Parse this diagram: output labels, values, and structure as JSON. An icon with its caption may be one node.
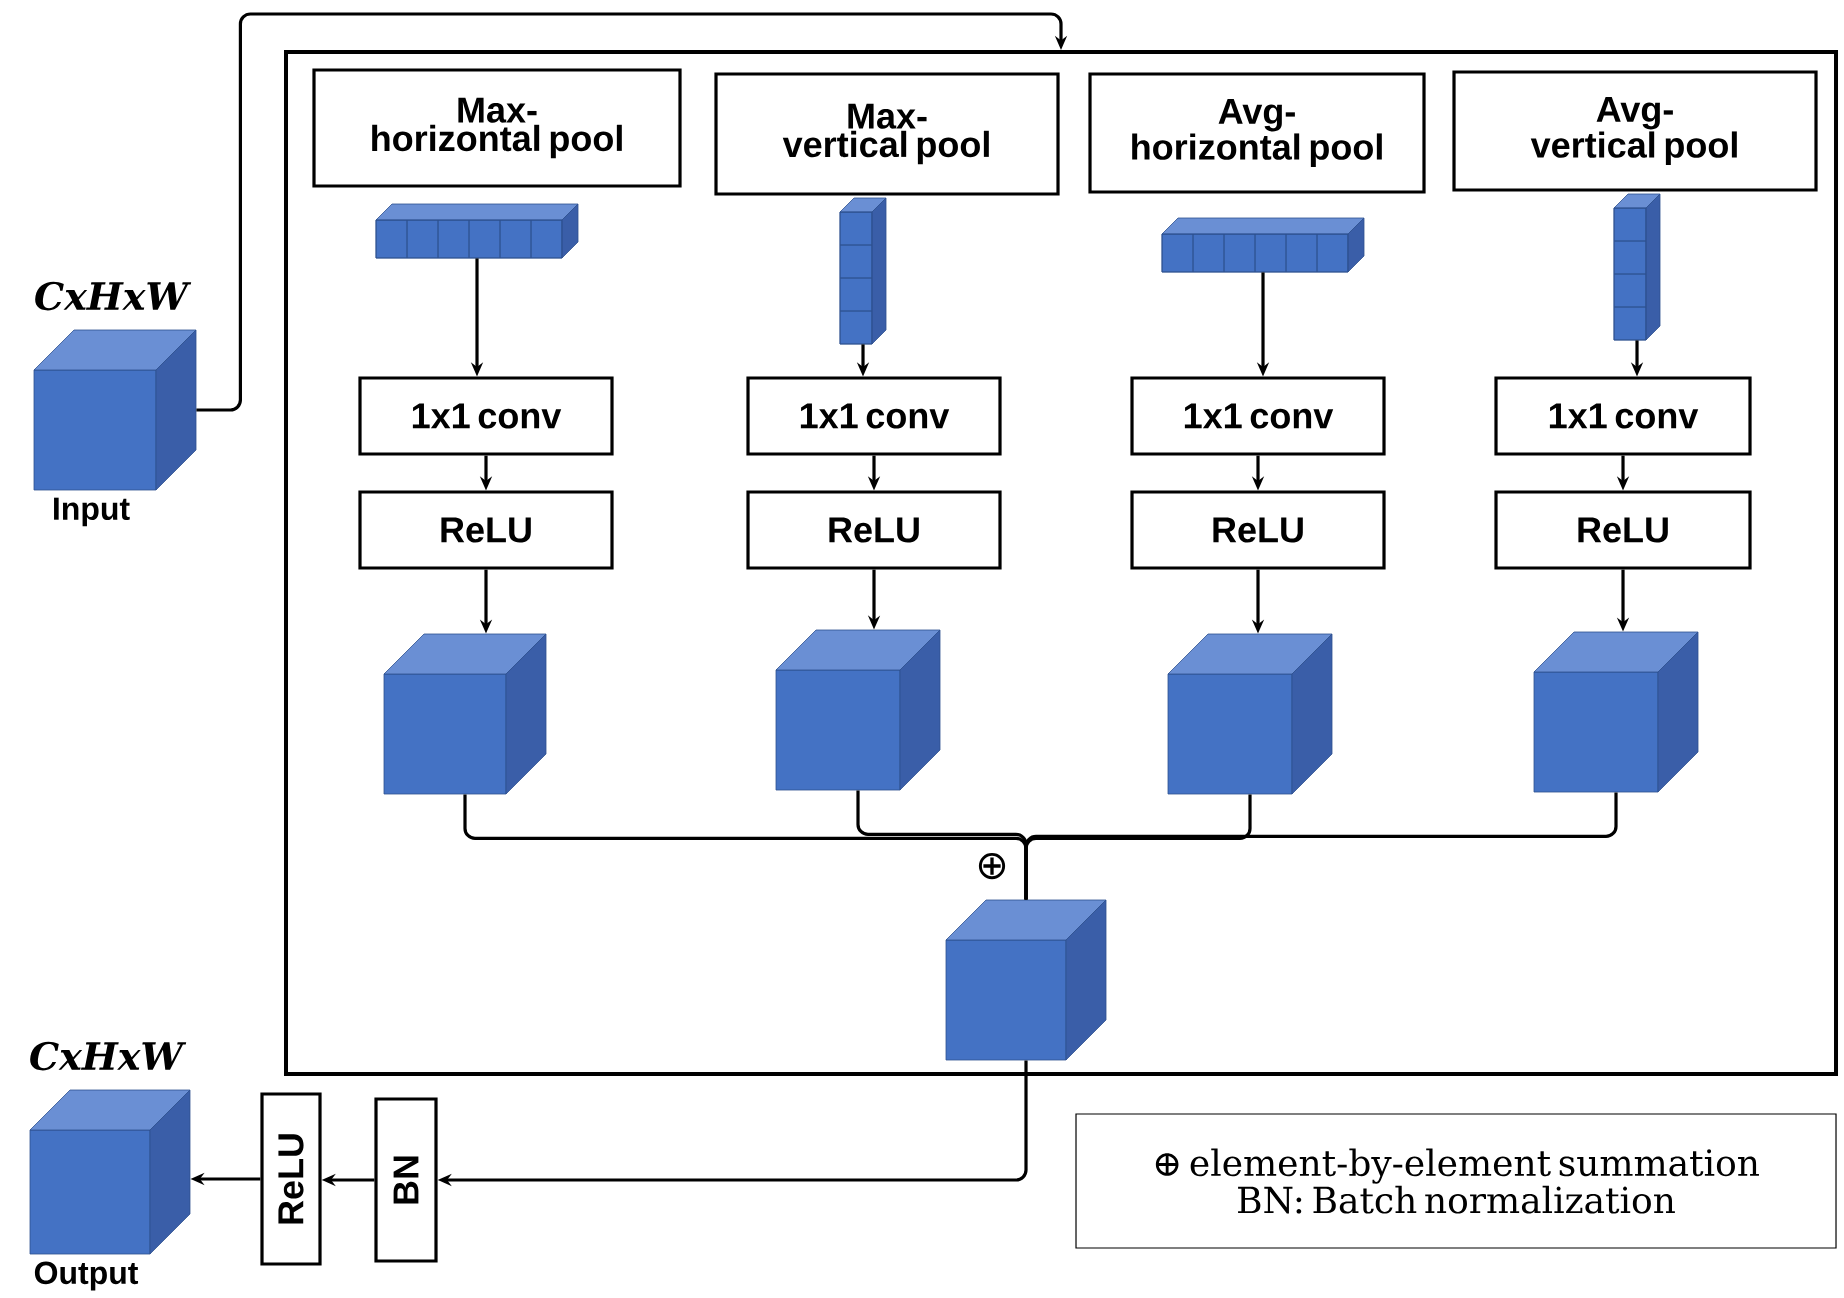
{
  "diagram": {
    "nodes": [
      {
        "text": [],
        "shape": "cube",
        "beside": [
          "CxHxW",
          "Input"
        ]
      },
      {
        "text": [],
        "shape": "box"
      },
      {
        "text": [
          "Max-horizontal pool"
        ],
        "in": 1
      },
      {
        "text": [],
        "shape": "bar",
        "in": 1
      },
      {
        "text": [
          "1x1 conv"
        ],
        "in": 1
      },
      {
        "text": [
          "ReLU"
        ],
        "in": 1
      },
      {
        "text": [],
        "shape": "cube",
        "in": 1
      },
      {
        "text": [
          "Max-vertical pool"
        ],
        "in": 1
      },
      {
        "text": [],
        "shape": "bar",
        "in": 1
      },
      {
        "text": [
          "1x1 conv"
        ],
        "in": 1
      },
      {
        "text": [
          "ReLU"
        ],
        "in": 1
      },
      {
        "text": [],
        "shape": "cube",
        "in": 1
      },
      {
        "text": [
          "Avg-horizontal pool"
        ],
        "in": 1
      },
      {
        "text": [],
        "shape": "bar",
        "in": 1
      },
      {
        "text": [
          "1x1 conv"
        ],
        "in": 1
      },
      {
        "text": [
          "ReLU"
        ],
        "in": 1
      },
      {
        "text": [],
        "shape": "cube",
        "in": 1
      },
      {
        "text": [
          "Avg-vertical pool"
        ],
        "in": 1
      },
      {
        "text": [],
        "shape": "bar",
        "in": 1
      },
      {
        "text": [
          "1x1 conv"
        ],
        "in": 1
      },
      {
        "text": [
          "ReLU"
        ],
        "in": 1
      },
      {
        "text": [],
        "shape": "cube",
        "in": 1
      },
      {
        "text": [],
        "shape": "cube",
        "in": 1
      },
      {
        "text": [
          "BN"
        ]
      },
      {
        "text": [
          "ReLU"
        ]
      },
      {
        "text": [],
        "shape": "cube",
        "beside": [
          "CxHxW",
          "Output"
        ]
      },
      {
        "text": [
          "⊕ element-by-element summation",
          "BN: Batch normalization"
        ]
      }
    ],
    "edges": [
      {
        "from": 0,
        "to": 1,
        "arrow": "to"
      },
      {
        "from": 3,
        "to": 4,
        "arrow": "to"
      },
      {
        "from": 4,
        "to": 5,
        "arrow": "to"
      },
      {
        "from": 5,
        "to": 6,
        "arrow": "to"
      },
      {
        "from": 8,
        "to": 9,
        "arrow": "to"
      },
      {
        "from": 9,
        "to": 10,
        "arrow": "to"
      },
      {
        "from": 10,
        "to": 11,
        "arrow": "to"
      },
      {
        "from": 13,
        "to": 14,
        "arrow": "to"
      },
      {
        "from": 14,
        "to": 15,
        "arrow": "to"
      },
      {
        "from": 15,
        "to": 16,
        "arrow": "to"
      },
      {
        "from": 18,
        "to": 19,
        "arrow": "to"
      },
      {
        "from": 19,
        "to": 20,
        "arrow": "to"
      },
      {
        "from": 20,
        "to": 21,
        "arrow": "to"
      },
      {
        "from": 6,
        "to": 22,
        "arrow": "none"
      },
      {
        "from": 11,
        "to": 22,
        "arrow": "none"
      },
      {
        "from": 16,
        "to": 22,
        "arrow": "none"
      },
      {
        "from": 21,
        "to": 22,
        "arrow": "none"
      },
      {
        "from": 22,
        "to": 23,
        "arrow": "to"
      },
      {
        "from": 23,
        "to": 24,
        "arrow": "to"
      },
      {
        "from": 24,
        "to": 25,
        "arrow": "to"
      }
    ],
    "labels": [
      "⊕"
    ]
  }
}
